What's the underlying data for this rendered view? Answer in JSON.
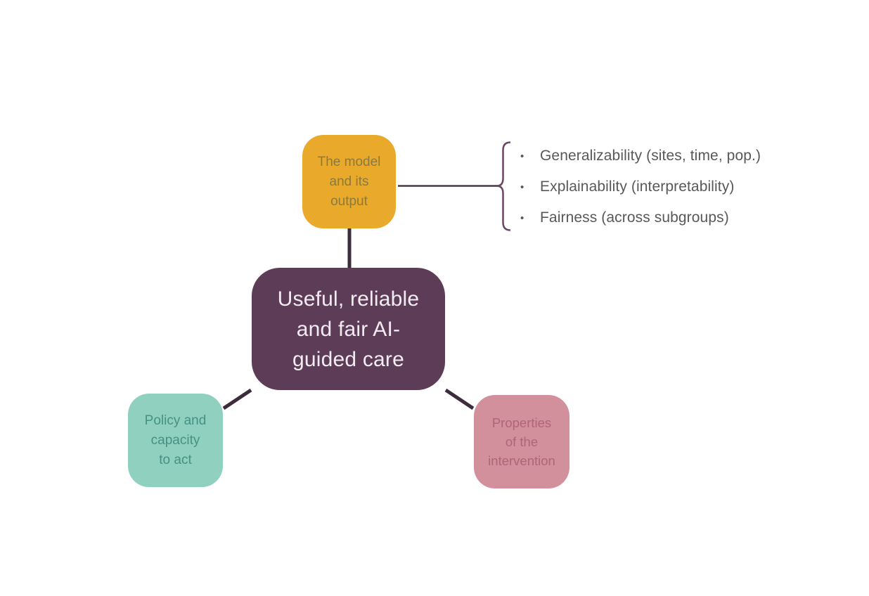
{
  "diagram_title": "Useful, reliable and fair AI-guided care",
  "nodes": {
    "top": {
      "label": "The model and its output",
      "lines": [
        "The model",
        "and its",
        "output"
      ],
      "bg": "#e9a92b",
      "text_color": "#8a7a3d"
    },
    "center": {
      "label": "Useful, reliable and fair AI-guided care",
      "lines": [
        "Useful, reliable",
        "and fair AI-",
        "guided care"
      ],
      "bg": "#5d3c57",
      "text_color": "#f3ebf2"
    },
    "bottom_left": {
      "label": "Policy and capacity to act",
      "lines": [
        "Policy and",
        "capacity",
        "to act"
      ],
      "bg": "#8fd1be",
      "text_color": "#459183"
    },
    "bottom_right": {
      "label": "Properties of the intervention",
      "lines": [
        "Properties",
        "of the",
        "intervention"
      ],
      "bg": "#d28f9c",
      "text_color": "#b06577"
    }
  },
  "bullet_list": {
    "bullet_glyph": "•",
    "text_color": "#57585a",
    "items": [
      "Generalizability (sites, time, pop.)",
      "Explainability (interpretability)",
      "Fairness (across subgroups)"
    ]
  },
  "connectors": {
    "line_color": "#3d2d3c",
    "thin_line_color": "#4f3549",
    "bracket_color": "#6a4763"
  }
}
